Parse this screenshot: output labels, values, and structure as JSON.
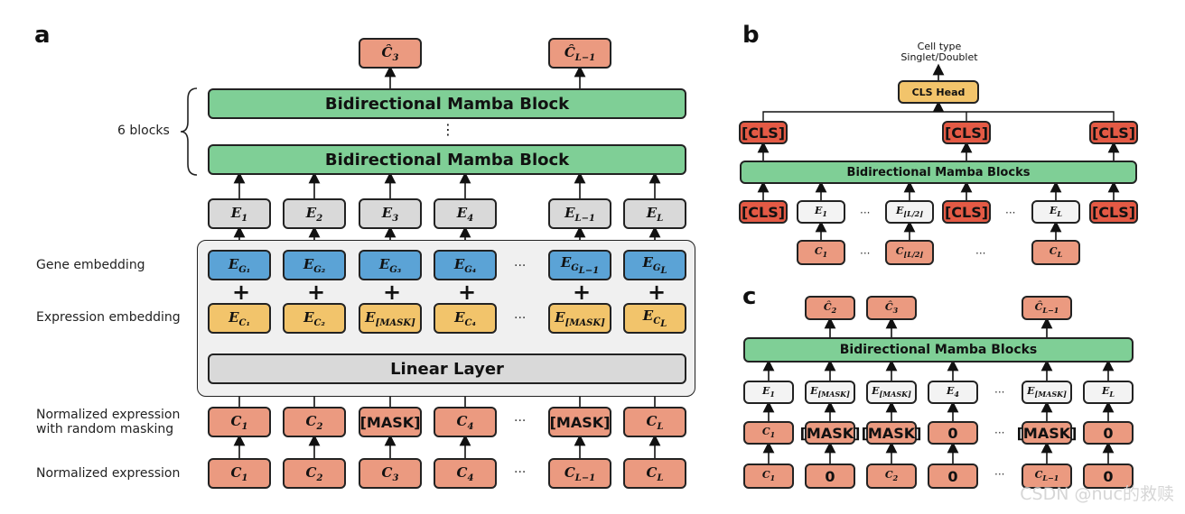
{
  "panel_letters": {
    "a": "a",
    "b": "b",
    "c": "c"
  },
  "a": {
    "outputs": [
      {
        "base": "Ĉ",
        "sub": "3"
      },
      {
        "base": "Ĉ",
        "sub": "L−1"
      }
    ],
    "mamba_label": "Bidirectional Mamba Block",
    "blocks_label": "6 blocks",
    "vdots": "⋮",
    "E_row": [
      {
        "base": "E",
        "sub": "1"
      },
      {
        "base": "E",
        "sub": "2"
      },
      {
        "base": "E",
        "sub": "3"
      },
      {
        "base": "E",
        "sub": "4"
      },
      {
        "base": "E",
        "sub": "L−1"
      },
      {
        "base": "E",
        "sub": "L"
      }
    ],
    "gene_row": [
      {
        "base": "E",
        "sub": "G₁"
      },
      {
        "base": "E",
        "sub": "G₂"
      },
      {
        "base": "E",
        "sub": "G₃"
      },
      {
        "base": "E",
        "sub": "G₄"
      },
      {
        "base": "E",
        "sub": "G_{L−1}"
      },
      {
        "base": "E",
        "sub": "G_L"
      }
    ],
    "expr_row": [
      {
        "base": "E",
        "sub": "C₁"
      },
      {
        "base": "E",
        "sub": "C₂"
      },
      {
        "base": "E",
        "sub": "[MASK]"
      },
      {
        "base": "E",
        "sub": "C₄"
      },
      {
        "base": "E",
        "sub": "[MASK]"
      },
      {
        "base": "E",
        "sub": "C_L"
      }
    ],
    "plus": "+",
    "linear_label": "Linear Layer",
    "masked_row": [
      {
        "base": "C",
        "sub": "1"
      },
      {
        "base": "C",
        "sub": "2"
      },
      {
        "text": "[MASK]"
      },
      {
        "base": "C",
        "sub": "4"
      },
      {
        "text": "[MASK]"
      },
      {
        "base": "C",
        "sub": "L"
      }
    ],
    "input_row": [
      {
        "base": "C",
        "sub": "1"
      },
      {
        "base": "C",
        "sub": "2"
      },
      {
        "base": "C",
        "sub": "3"
      },
      {
        "base": "C",
        "sub": "4"
      },
      {
        "base": "C",
        "sub": "L−1"
      },
      {
        "base": "C",
        "sub": "L"
      }
    ],
    "ellipsis": "···",
    "side_labels": {
      "gene": "Gene embedding",
      "expr": "Expression embedding",
      "masked_1": "Normalized expression",
      "masked_2": "with random masking",
      "input": "Normalized expression"
    }
  },
  "b": {
    "cell_type_1": "Cell type",
    "cell_type_2": "Singlet/Doublet",
    "cls_head": "CLS Head",
    "cls": "[CLS]",
    "mamba_label": "Bidirectional Mamba Blocks",
    "E_row": [
      {
        "base": "E",
        "sub": "1"
      },
      {
        "base": "E",
        "sub": "⌊L/2⌋"
      },
      {
        "base": "E",
        "sub": "L"
      }
    ],
    "C_row": [
      {
        "base": "C",
        "sub": "1"
      },
      {
        "base": "C",
        "sub": "⌊L/2⌋"
      },
      {
        "base": "C",
        "sub": "L"
      }
    ],
    "ellipsis": "···"
  },
  "c": {
    "outputs": [
      {
        "base": "Ĉ",
        "sub": "2"
      },
      {
        "base": "Ĉ",
        "sub": "3"
      },
      {
        "base": "Ĉ",
        "sub": "L−1"
      }
    ],
    "mamba_label": "Bidirectional Mamba Blocks",
    "E_row": [
      {
        "base": "E",
        "sub": "1"
      },
      {
        "base": "E",
        "sub": "[MASK]"
      },
      {
        "base": "E",
        "sub": "[MASK]"
      },
      {
        "base": "E",
        "sub": "4"
      },
      {
        "base": "E",
        "sub": "[MASK]"
      },
      {
        "base": "E",
        "sub": "L"
      }
    ],
    "masked_row": [
      {
        "base": "C",
        "sub": "1"
      },
      {
        "text": "[MASK]"
      },
      {
        "text": "[MASK]"
      },
      {
        "text": "0"
      },
      {
        "text": "[MASK]"
      },
      {
        "text": "0"
      }
    ],
    "input_row": [
      {
        "base": "C",
        "sub": "1"
      },
      {
        "text": "0"
      },
      {
        "base": "C",
        "sub": "2"
      },
      {
        "text": "0"
      },
      {
        "base": "C",
        "sub": "L−1"
      },
      {
        "text": "0"
      }
    ],
    "ellipsis": "···"
  },
  "watermark": "CSDN @nuc的救赎",
  "colors": {
    "gray": "#d9d9d9",
    "blue": "#5ba3d6",
    "yellow": "#f2c46b",
    "salmon": "#eb9a80",
    "red": "#e45a45",
    "green": "#7fcf96",
    "white": "#f3f3f3"
  }
}
